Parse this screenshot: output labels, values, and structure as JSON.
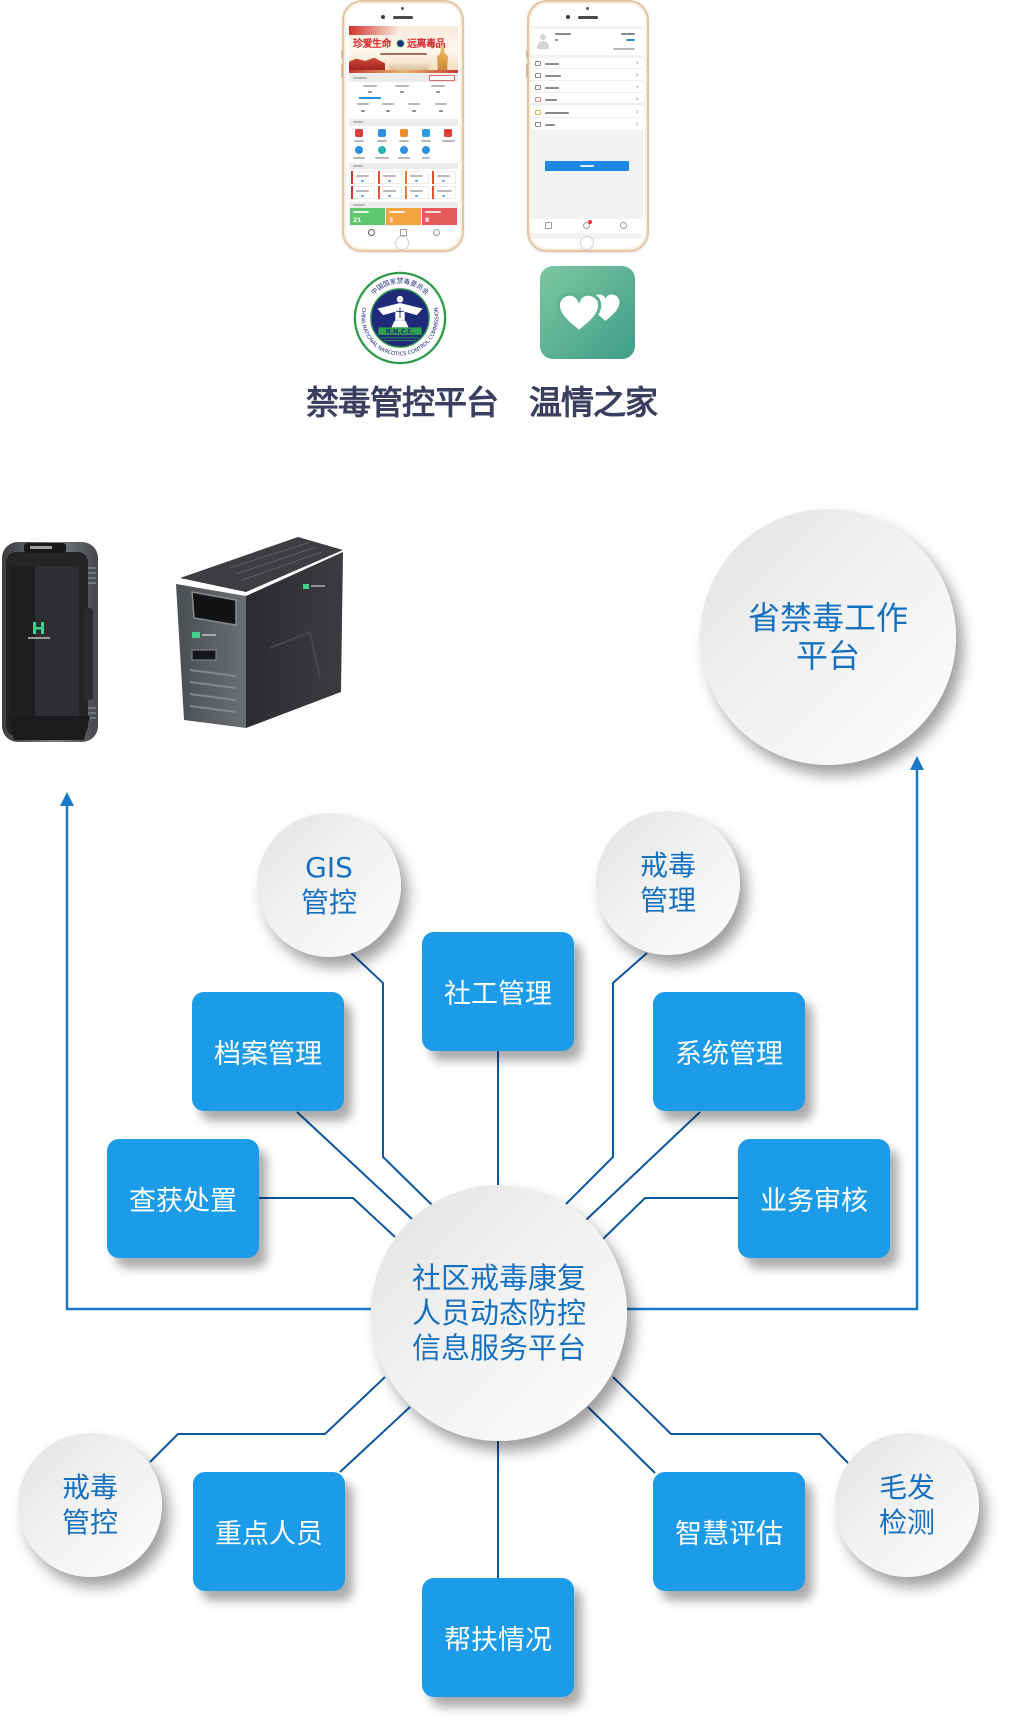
{
  "apps": {
    "labels": [
      "禁毒管控平台",
      "温情之家"
    ],
    "emblem": {
      "icon": "nncc-emblem-icon",
      "ring_cn": "中国国家禁毒委员会",
      "ring_en": "CHINA NATIONAL NARCOTICS CONTROL COMMISSION",
      "badge": "N.N.C.C."
    },
    "heart_app": {
      "icon": "twin-hearts-icon",
      "gradient": [
        "#7dc6a2",
        "#3f9e87"
      ]
    },
    "control_phone": {
      "banner": [
        "珍爱生命",
        "远离毒品"
      ],
      "quick_icons": [
        {
          "icon": "pen-icon",
          "color": "#e23b3b"
        },
        {
          "icon": "user-group-icon",
          "color": "#2f8fe2"
        },
        {
          "icon": "tag-icon",
          "color": "#f08c2c"
        },
        {
          "icon": "monitor-icon",
          "color": "#2f9be2"
        },
        {
          "icon": "stamp-icon",
          "color": "#e23b3b"
        },
        {
          "icon": "shield-icon",
          "color": "#2f8fe2"
        },
        {
          "icon": "chat-icon",
          "color": "#2bb3b0"
        },
        {
          "icon": "globe-icon",
          "color": "#2f8fe2"
        },
        {
          "icon": "refresh-icon",
          "color": "#2f8fe2"
        }
      ],
      "card_accents": [
        "#d6342e",
        "#d8552f",
        "#e07d3a",
        "#d8552f",
        "#d6342e",
        "#d8552f",
        "#e07d3a",
        "#d8552f"
      ],
      "status_cards": [
        {
          "value": "21",
          "color": "#5fc76d"
        },
        {
          "value": "3",
          "color": "#f3a441"
        },
        {
          "value": "8",
          "color": "#e45a5a"
        }
      ],
      "nav_icons": [
        "home-icon",
        "list-icon",
        "user-icon"
      ]
    },
    "family_phone": {
      "chevron": "›",
      "button_color": "#1e88e5",
      "badge_color": "#e53935",
      "nav_icons": [
        "home-icon",
        "message-icon",
        "user-icon"
      ]
    }
  },
  "devices": [
    {
      "icon": "handheld-detector-icon"
    },
    {
      "icon": "desktop-detector-icon"
    }
  ],
  "diagram": {
    "hub": {
      "lines": [
        "社区戒毒康复",
        "人员动态防控",
        "信息服务平台"
      ]
    },
    "upstream": {
      "lines": [
        "省禁毒工作",
        "平台"
      ]
    },
    "circles": {
      "gis": {
        "lines": [
          "GIS",
          "管控"
        ]
      },
      "rehab_mgmt": {
        "lines": [
          "戒毒",
          "管理"
        ]
      },
      "rehab_control": {
        "lines": [
          "戒毒",
          "管控"
        ]
      },
      "hair_test": {
        "lines": [
          "毛发",
          "检测"
        ]
      }
    },
    "modules": {
      "social_work": "社工管理",
      "archives": "档案管理",
      "system": "系统管理",
      "seizure": "查获处置",
      "review": "业务审核",
      "key_persons": "重点人员",
      "assessment": "智慧评估",
      "assistance": "帮扶情况"
    }
  },
  "colors": {
    "module": "#1b9be8",
    "node-text": "#1570c0",
    "connector": "#0e559f",
    "arrow": "#1a78c8",
    "label": "#3b3f5f"
  }
}
